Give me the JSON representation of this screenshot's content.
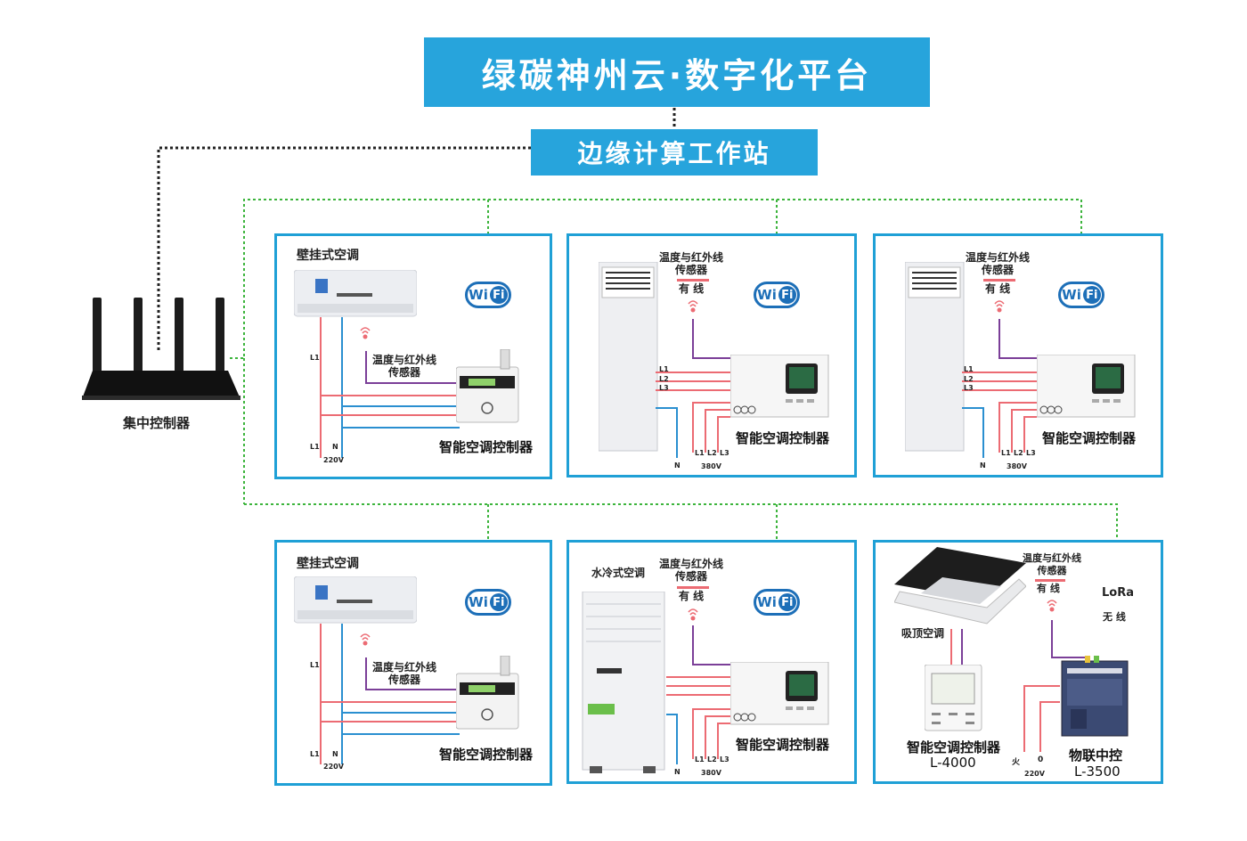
{
  "header": {
    "title": "绿碳神州云·数字化平台",
    "edge_station": "边缘计算工作站"
  },
  "router": {
    "label": "集中控制器"
  },
  "panels": {
    "p1": {
      "ac_label": "壁挂式空调",
      "sensor_label": "温度与红外线\n传感器",
      "controller_label": "智能空调控制器",
      "wifi": "Wi",
      "wifi_f": "Fi",
      "line_l1": "L1",
      "line_l1b": "L1",
      "line_n": "N",
      "voltage": "220V"
    },
    "p2": {
      "sensor_label": "温度与红外线\n传感器",
      "wired": "有  线",
      "controller_label": "智能空调控制器",
      "wifi": "Wi",
      "wifi_f": "Fi",
      "l1": "L1",
      "l2": "L2",
      "l3": "L3",
      "n": "N",
      "b_l1": "L1",
      "b_l2": "L2",
      "b_l3": "L3",
      "voltage": "380V"
    },
    "p3": {
      "sensor_label": "温度与红外线\n传感器",
      "wired": "有  线",
      "controller_label": "智能空调控制器",
      "wifi": "Wi",
      "wifi_f": "Fi",
      "l1": "L1",
      "l2": "L2",
      "l3": "L3",
      "n": "N",
      "b_l1": "L1",
      "b_l2": "L2",
      "b_l3": "L3",
      "voltage": "380V"
    },
    "p4": {
      "ac_label": "壁挂式空调",
      "sensor_label": "温度与红外线\n传感器",
      "controller_label": "智能空调控制器",
      "wifi": "Wi",
      "wifi_f": "Fi",
      "line_l1": "L1",
      "line_l1b": "L1",
      "line_n": "N",
      "voltage": "220V"
    },
    "p5": {
      "ac_label": "水冷式空调",
      "sensor_label": "温度与红外线\n传感器",
      "wired": "有  线",
      "controller_label": "智能空调控制器",
      "wifi": "Wi",
      "wifi_f": "Fi",
      "n": "N",
      "b_l1": "L1",
      "b_l2": "L2",
      "b_l3": "L3",
      "voltage": "380V"
    },
    "p6": {
      "ac_label": "吸顶空调",
      "sensor_label": "温度与红外线\n传感器",
      "wired": "有  线",
      "lora": "LoRa",
      "wireless": "无  线",
      "controller_label": "智能空调控制器",
      "controller_model": "L-4000",
      "iot_label": "物联中控",
      "iot_model": "L-3500",
      "fire": "火",
      "zero": "0",
      "voltage": "220V"
    }
  },
  "colors": {
    "accent": "#27a4dc",
    "panel_border": "#1fa0d6",
    "wifi_blue": "#1d6fb8",
    "green_dash": "#3cb43c",
    "power_pink": "#ec6b73",
    "n_blue": "#2a8fd0",
    "sensor_purple": "#7b3f98"
  }
}
